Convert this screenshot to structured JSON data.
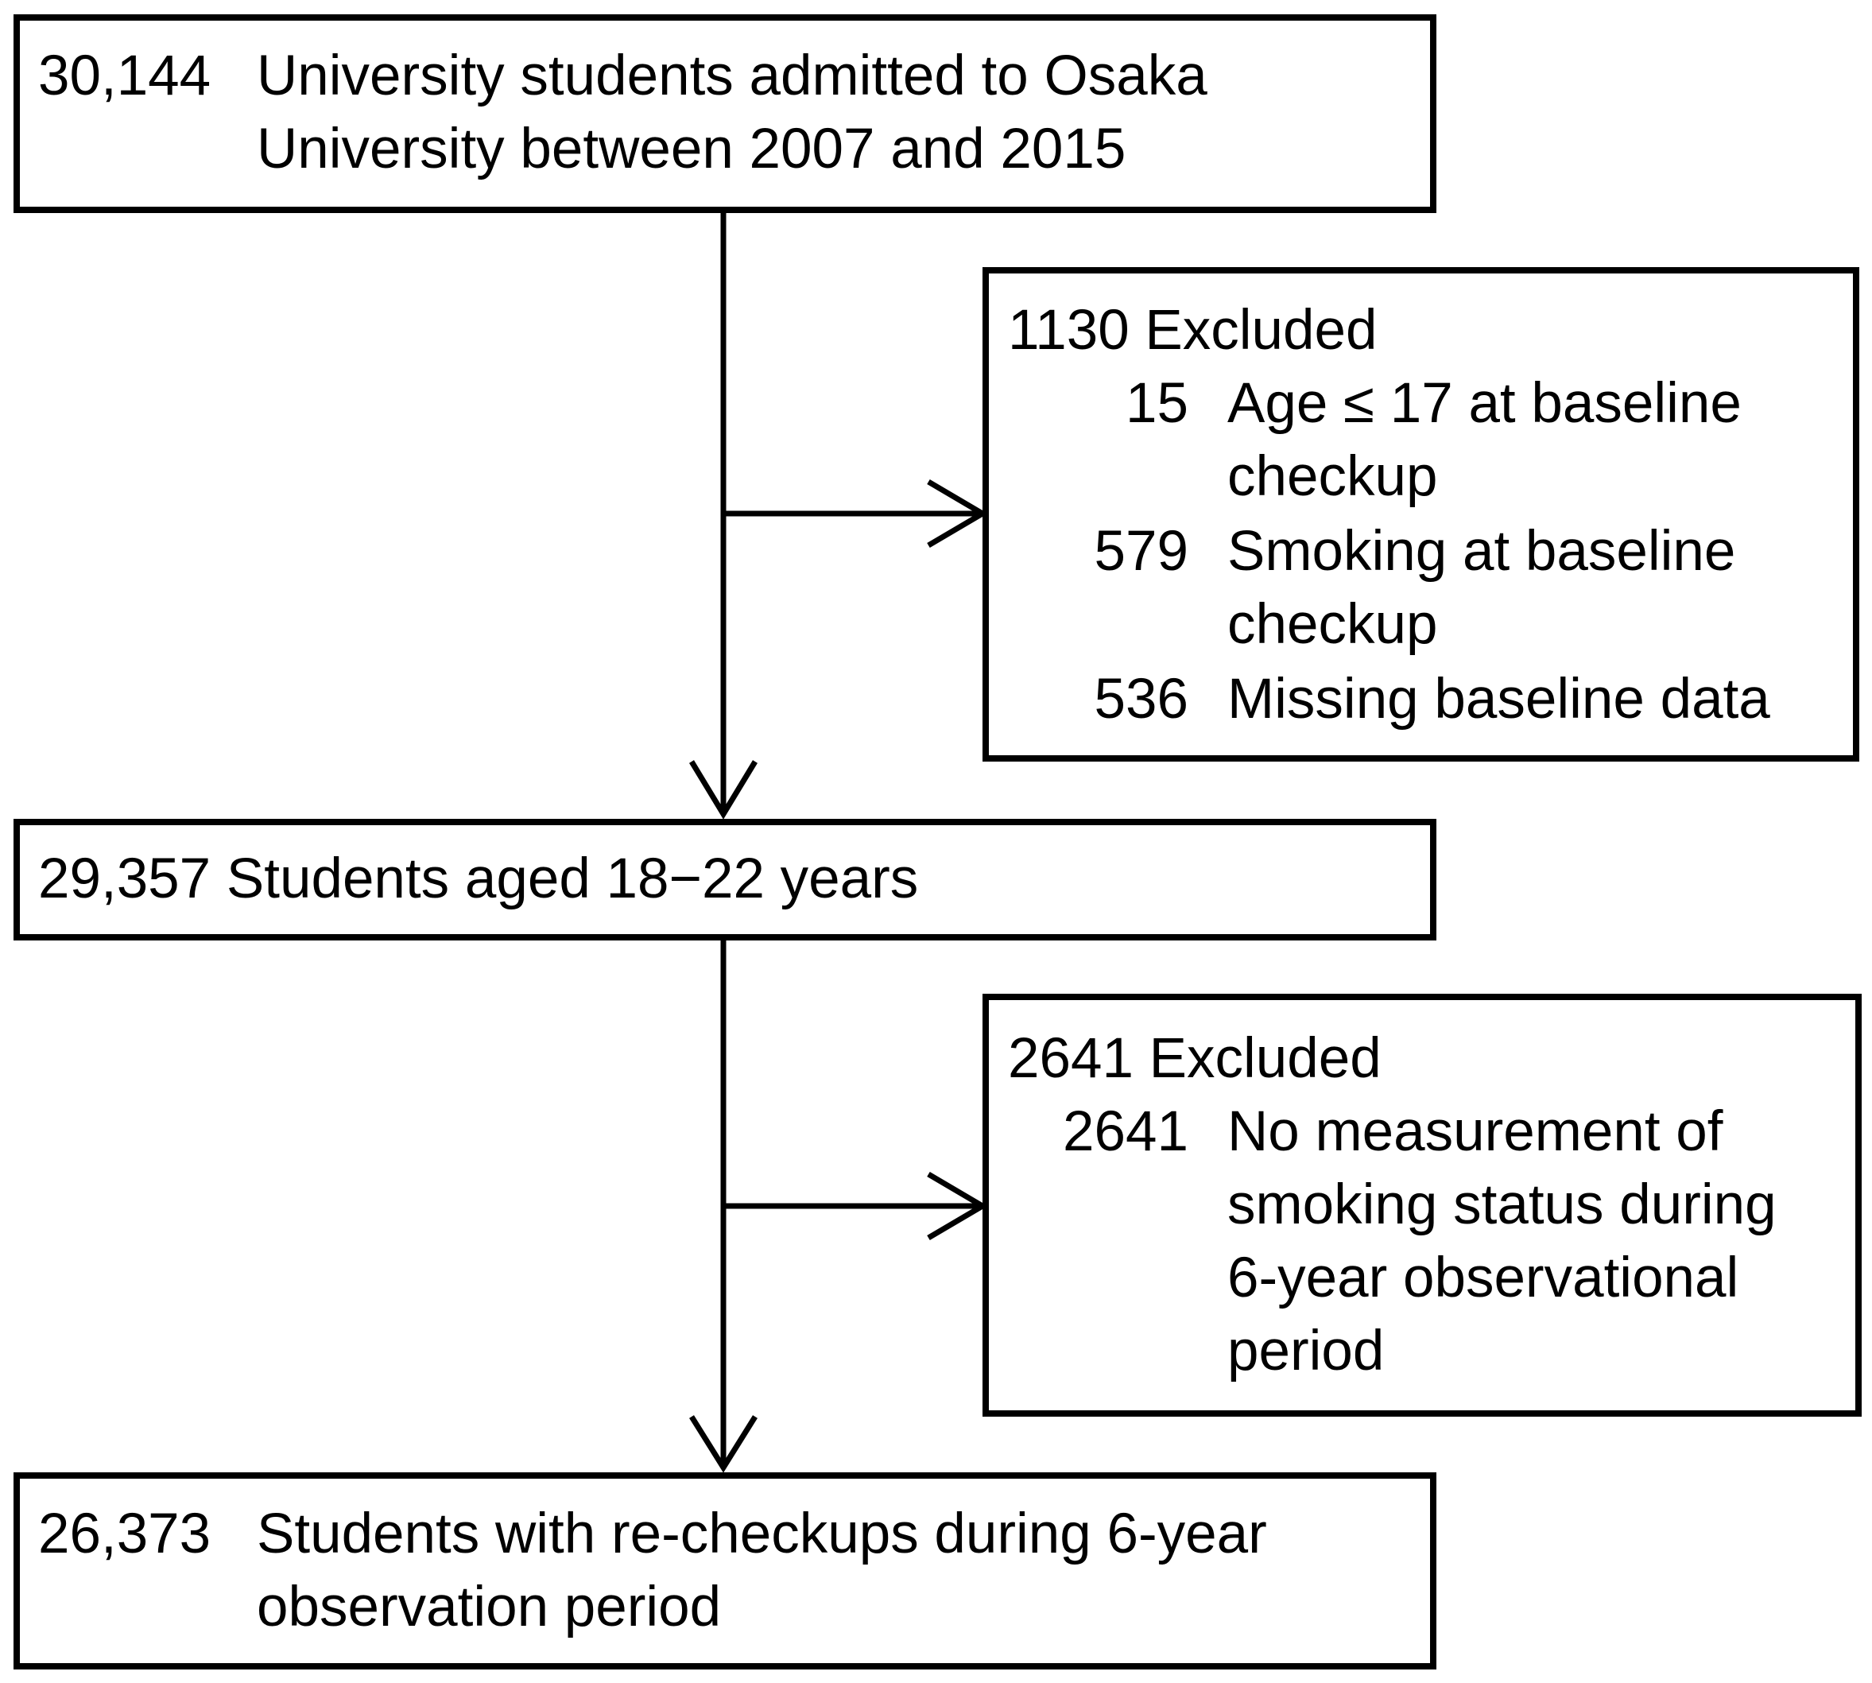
{
  "flow": {
    "admitted": {
      "count": "30,144",
      "line1": "University students admitted to Osaka",
      "line2": "University between 2007 and 2015"
    },
    "exclusion1": {
      "header": "1130 Excluded",
      "items": [
        {
          "count": "15",
          "line1": "Age ≤ 17 at baseline",
          "line2": "checkup"
        },
        {
          "count": "579",
          "line1": "Smoking at baseline",
          "line2": "checkup"
        },
        {
          "count": "536",
          "line1": "Missing baseline data"
        }
      ]
    },
    "aged": {
      "text": "29,357 Students aged 18−22 years"
    },
    "exclusion2": {
      "header": "2641 Excluded",
      "item": {
        "count": "2641",
        "lines": [
          "No measurement of",
          "smoking status during",
          "6-year observational",
          "period"
        ]
      }
    },
    "final": {
      "count": "26,373",
      "line1": "Students with re-checkups during 6-year",
      "line2": "observation period"
    }
  }
}
